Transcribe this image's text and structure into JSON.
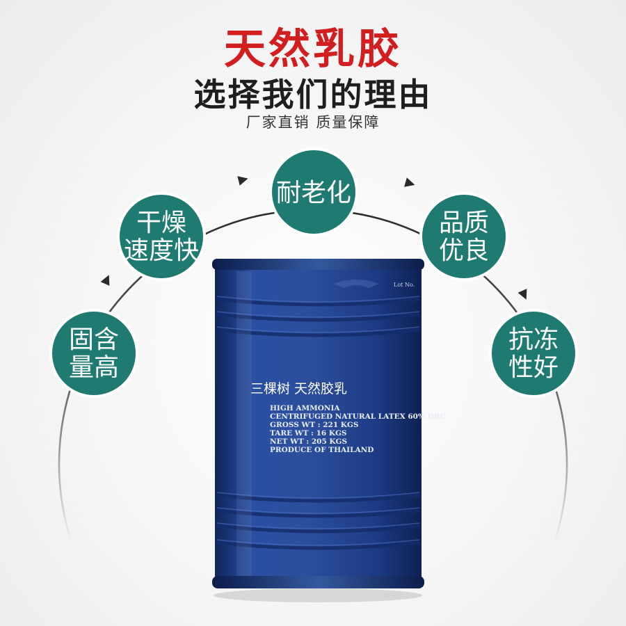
{
  "header": {
    "title": "天然乳胶",
    "subtitle": "选择我们的理由",
    "tagline": "厂家直销  质量保障"
  },
  "features": [
    {
      "id": "anti-aging",
      "line1": "耐老化",
      "line2": ""
    },
    {
      "id": "fast-drying",
      "line1": "干燥",
      "line2": "速度快"
    },
    {
      "id": "quality",
      "line1": "品质",
      "line2": "优良"
    },
    {
      "id": "high-solids",
      "line1": "固含",
      "line2": "量高"
    },
    {
      "id": "freeze-resistance",
      "line1": "抗冻",
      "line2": "性好"
    }
  ],
  "barrel": {
    "brand_label": "三棵树 天然胶乳",
    "lot_label": "Lot No.",
    "spec_lines": [
      "HIGH AMMONIA",
      "CENTRIFUGED NATURAL LATEX 60% DRC",
      "GROSS   WT : 221  KGS",
      "TARE    WT :   16  KGS",
      "NET     WT : 205  KGS",
      "PRODUCE OF THAILAND"
    ]
  },
  "colors": {
    "title_red": "#d21e1e",
    "feature_teal": "#1f7a72",
    "barrel_blue": "#1f3f8c",
    "arc_dark": "#2a2a2a"
  },
  "icons": {
    "arrow": "arrowhead-icon"
  }
}
